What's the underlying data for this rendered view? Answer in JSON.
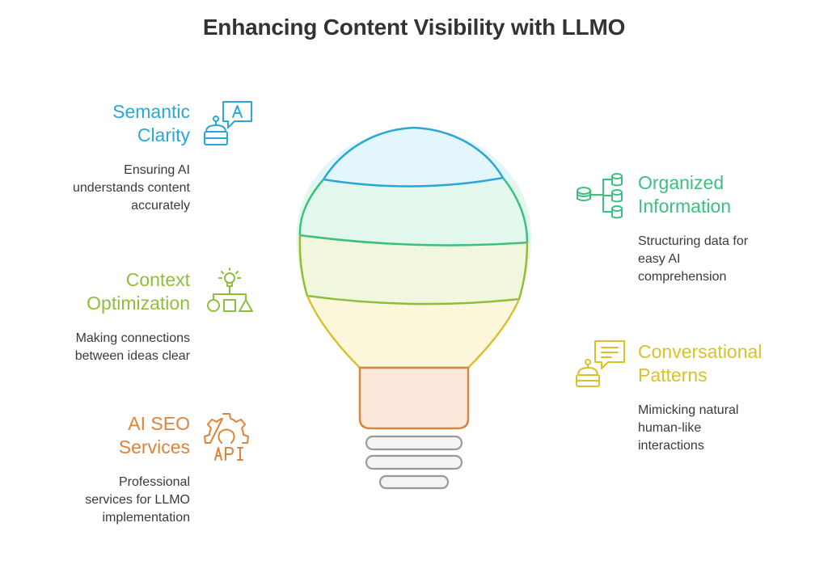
{
  "title": "Enhancing Content Visibility with LLMO",
  "colors": {
    "semantic": "#2aa7d6",
    "context": "#8fbf3a",
    "seo": "#e0833a",
    "organized": "#3cc07f",
    "conversational": "#d9c12b"
  },
  "items": {
    "semantic": {
      "title": "Semantic\nClarity",
      "description": "Ensuring AI\nunderstands content\naccurately",
      "icon": "robot-chat-icon"
    },
    "context": {
      "title": "Context\nOptimization",
      "description": "Making connections\nbetween ideas clear",
      "icon": "idea-shapes-icon"
    },
    "seo": {
      "title": "AI SEO\nServices",
      "description": "Professional\nservices for LLMO\nimplementation",
      "icon": "gear-api-icon"
    },
    "organized": {
      "title": "Organized\nInformation",
      "description": "Structuring data for\neasy AI\ncomprehension",
      "icon": "database-hierarchy-icon"
    },
    "conversational": {
      "title": "Conversational\nPatterns",
      "description": "Mimicking natural\nhuman-like\ninteractions",
      "icon": "robot-message-icon"
    }
  }
}
